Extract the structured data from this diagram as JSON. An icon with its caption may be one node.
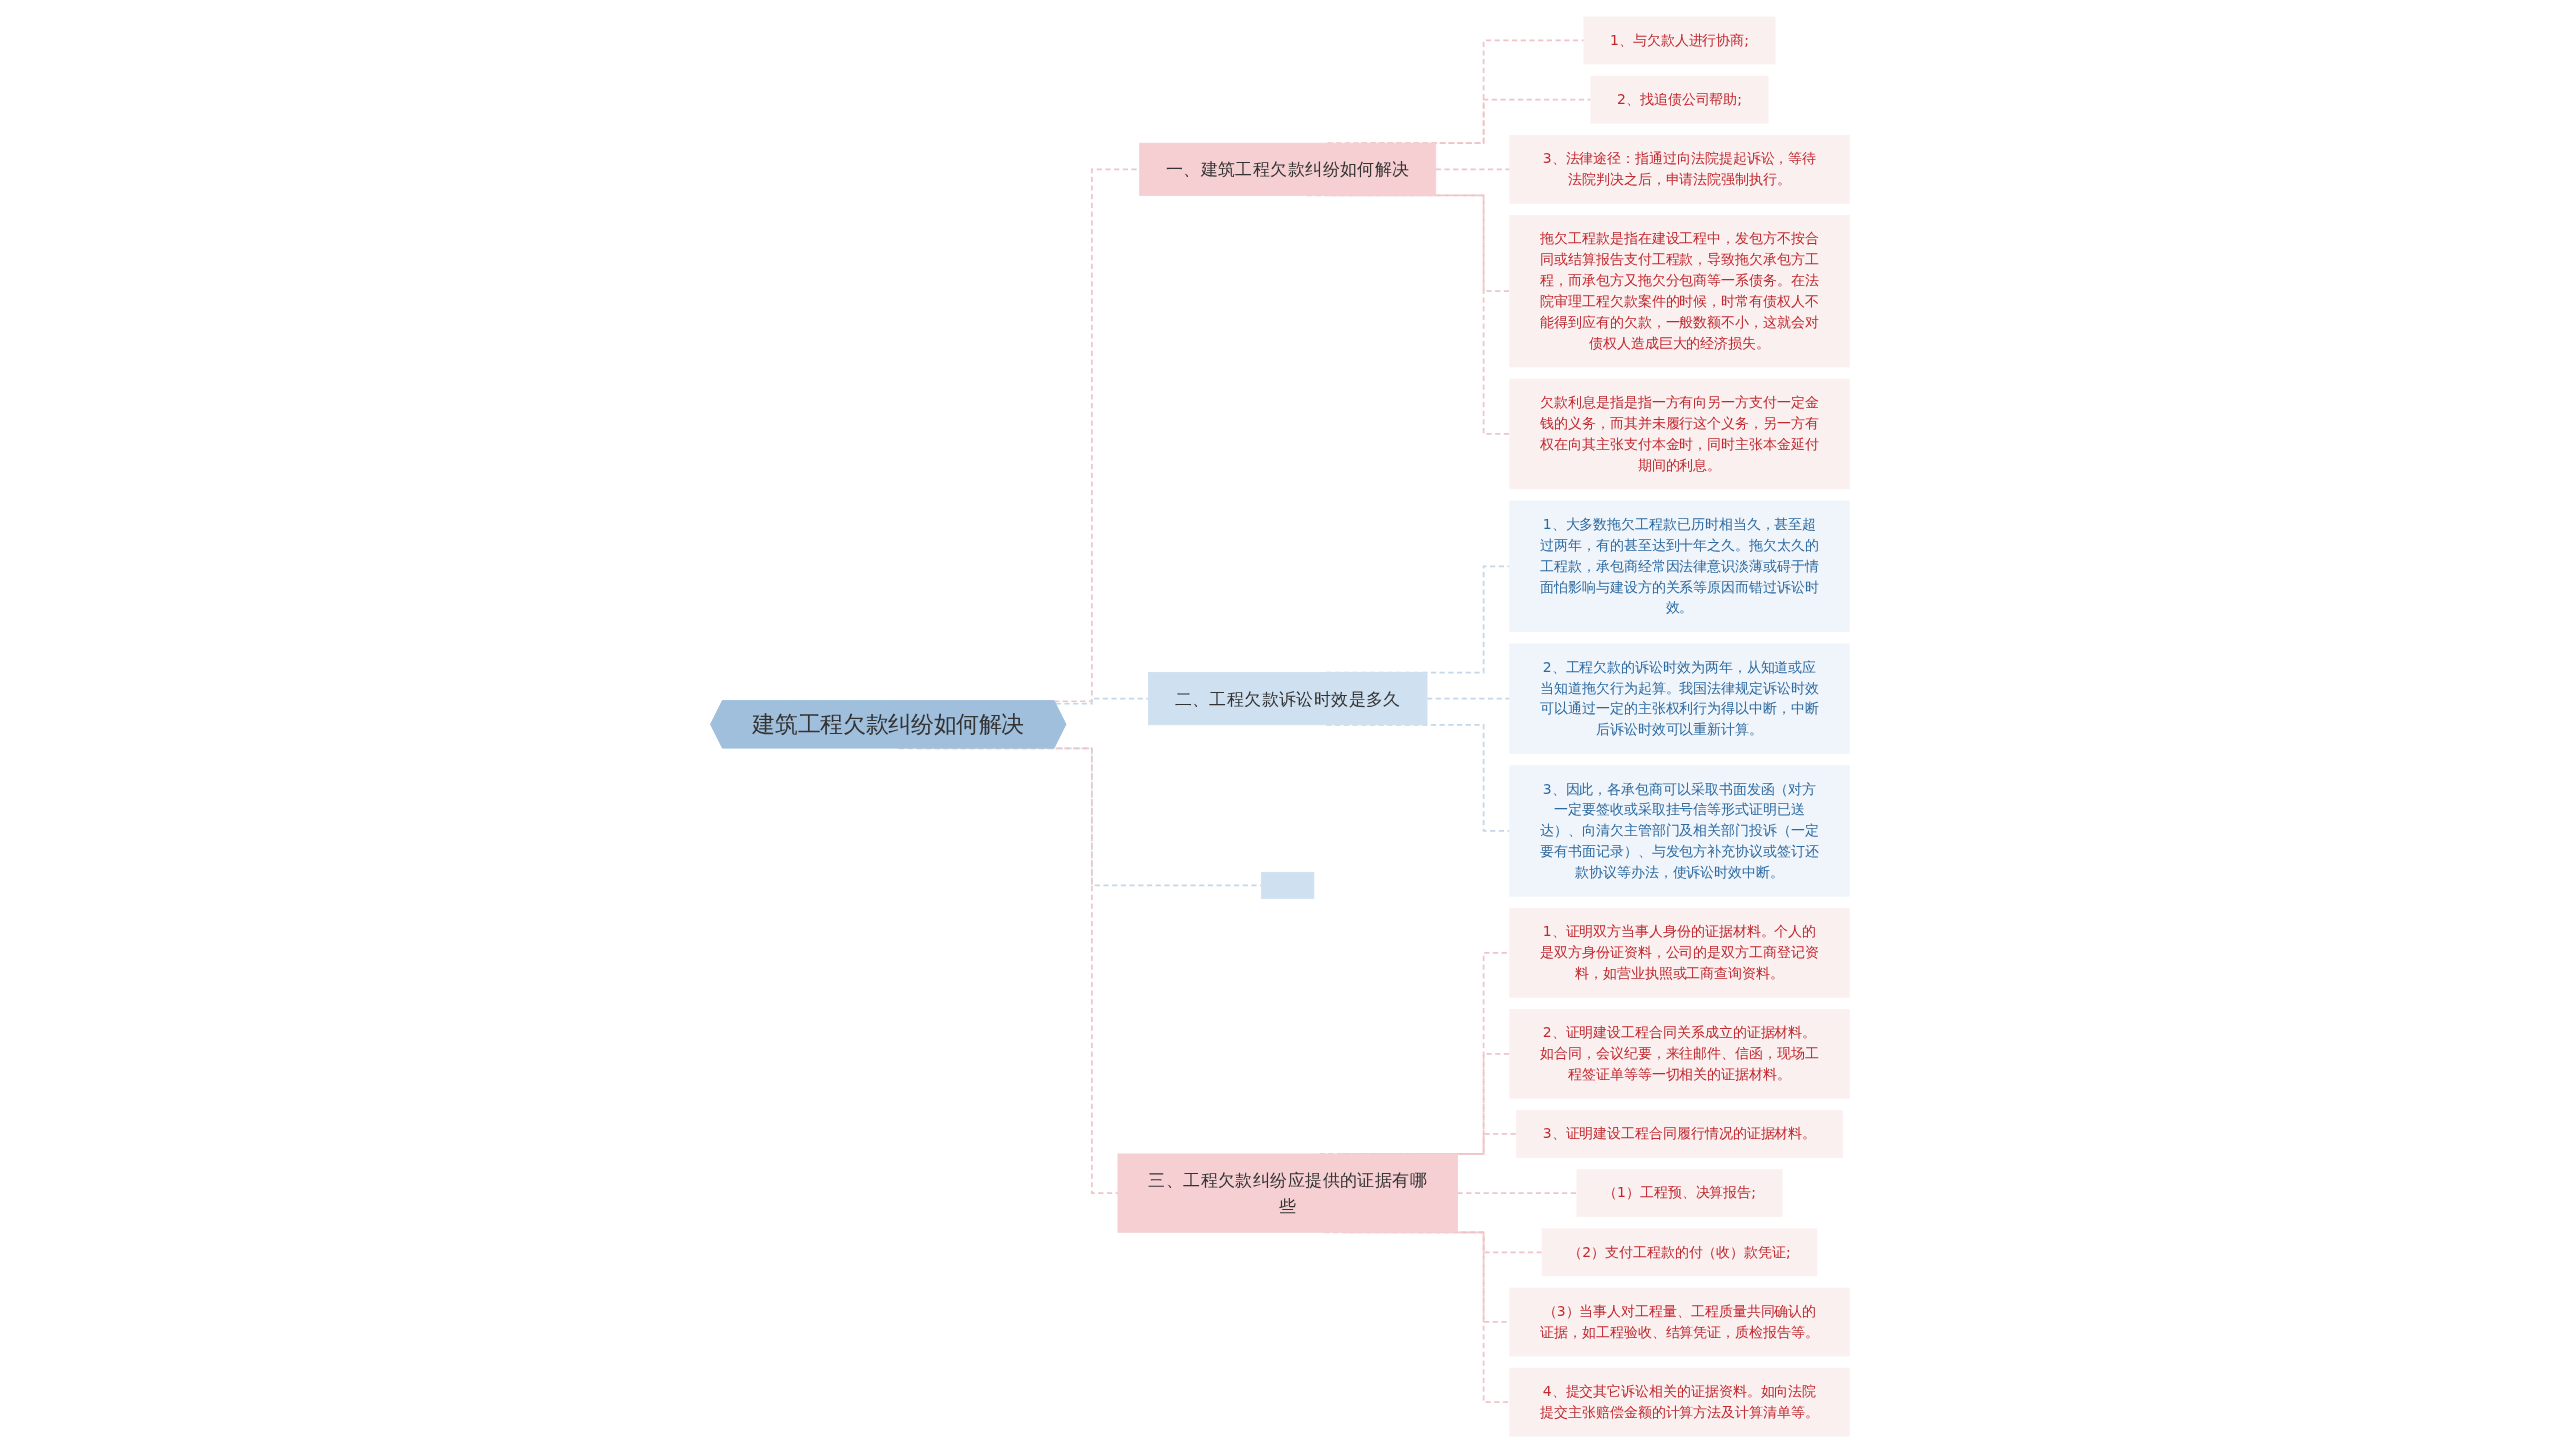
{
  "diagram": {
    "nodes": [
      {
        "text": [
          "建筑工程欠款纠纷如何解决"
        ]
      },
      {
        "text": [
          "一、建筑工程欠款纠纷如何解决"
        ]
      },
      {
        "text": [
          "1、与欠款人进行协商;"
        ]
      },
      {
        "text": [
          "2、找追债公司帮助;"
        ]
      },
      {
        "text": [
          "3、法律途径：指通过向法院提起诉讼，等待法院判决之后，申请法院强制执行。"
        ]
      },
      {
        "text": [
          "拖欠工程款是指在建设工程中，发包方不按合同或结算报告支付工程款，导致拖欠承包方工程，而承包方又拖欠分包商等一系债务。在法院审理工程欠款案件的时候，时常有债权人不能得到应有的欠款，一般数额不小，这就会对债权人造成巨大的经济损失。"
        ]
      },
      {
        "text": [
          "欠款利息是指是指一方有向另一方支付一定金钱的义务，而其并未履行这个义务，另一方有权在向其主张支付本金时，同时主张本金延付期间的利息。"
        ]
      },
      {
        "text": [
          "二、工程欠款诉讼时效是多久"
        ]
      },
      {
        "text": [
          "1、大多数拖欠工程款已历时相当久，甚至超过两年，有的甚至达到十年之久。拖欠太久的工程款，承包商经常因法律意识淡薄或碍于情面怕影响与建设方的关系等原因而错过诉讼时效。"
        ]
      },
      {
        "text": [
          "2、工程欠款的诉讼时效为两年，从知道或应当知道拖欠行为起算。我国法律规定诉讼时效可以通过一定的主张权利行为得以中断，中断后诉讼时效可以重新计算。"
        ]
      },
      {
        "text": [
          "3、因此，各承包商可以采取书面发函（对方一定要签收或采取挂号信等形式证明已送达）、向清欠主管部门及相关部门投诉（一定要有书面记录）、与发包方补充协议或签订还款协议等办法，使诉讼时效中断。"
        ]
      },
      {
        "text": [],
        "shape": "box"
      },
      {
        "text": [
          "三、工程欠款纠纷应提供的证据有哪些"
        ]
      },
      {
        "text": [
          "1、证明双方当事人身份的证据材料。个人的是双方身份证资料，公司的是双方工商登记资料，如营业执照或工商查询资料。"
        ]
      },
      {
        "text": [
          "2、证明建设工程合同关系成立的证据材料。如合同，会议纪要，来往邮件、信函，现场工程签证单等等一切相关的证据材料。"
        ]
      },
      {
        "text": [
          "3、证明建设工程合同履行情况的证据材料。"
        ]
      },
      {
        "text": [
          "（1）工程预、决算报告;"
        ]
      },
      {
        "text": [
          "（2）支付工程款的付（收）款凭证;"
        ]
      },
      {
        "text": [
          "（3）当事人对工程量、工程质量共同确认的证据，如工程验收、结算凭证，质检报告等。"
        ]
      },
      {
        "text": [
          "4、提交其它诉讼相关的证据资料。如向法院提交主张赔偿金额的计算方法及计算清单等。"
        ]
      }
    ],
    "edges": [
      {
        "from": 0,
        "to": 1,
        "arrow": "none",
        "style": "dashed",
        "color": "#f0c4c8"
      },
      {
        "from": 1,
        "to": 2,
        "arrow": "none",
        "style": "dashed",
        "color": "#f0c4c8"
      },
      {
        "from": 1,
        "to": 3,
        "arrow": "none",
        "style": "dashed",
        "color": "#f0c4c8"
      },
      {
        "from": 1,
        "to": 4,
        "arrow": "none",
        "style": "dashed",
        "color": "#f0c4c8"
      },
      {
        "from": 1,
        "to": 5,
        "arrow": "none",
        "style": "dashed",
        "color": "#f0c4c8"
      },
      {
        "from": 1,
        "to": 6,
        "arrow": "none",
        "style": "dashed",
        "color": "#f0c4c8"
      },
      {
        "from": 0,
        "to": 7,
        "arrow": "none",
        "style": "dashed",
        "color": "#c4d8ea"
      },
      {
        "from": 7,
        "to": 8,
        "arrow": "none",
        "style": "dashed",
        "color": "#c4d8ea"
      },
      {
        "from": 7,
        "to": 9,
        "arrow": "none",
        "style": "dashed",
        "color": "#c4d8ea"
      },
      {
        "from": 7,
        "to": 10,
        "arrow": "none",
        "style": "dashed",
        "color": "#c4d8ea"
      },
      {
        "from": 0,
        "to": 11,
        "arrow": "none",
        "style": "dashed",
        "color": "#c4d8ea"
      },
      {
        "from": 0,
        "to": 12,
        "arrow": "none",
        "style": "dashed",
        "color": "#f0c4c8"
      },
      {
        "from": 12,
        "to": 13,
        "arrow": "none",
        "style": "dashed",
        "color": "#f0c4c8"
      },
      {
        "from": 12,
        "to": 14,
        "arrow": "none",
        "style": "dashed",
        "color": "#f0c4c8"
      },
      {
        "from": 12,
        "to": 15,
        "arrow": "none",
        "style": "dashed",
        "color": "#f0c4c8"
      },
      {
        "from": 12,
        "to": 16,
        "arrow": "none",
        "style": "dashed",
        "color": "#f0c4c8"
      },
      {
        "from": 12,
        "to": 17,
        "arrow": "none",
        "style": "dashed",
        "color": "#f0c4c8"
      },
      {
        "from": 12,
        "to": 18,
        "arrow": "none",
        "style": "dashed",
        "color": "#f0c4c8"
      },
      {
        "from": 12,
        "to": 19,
        "arrow": "none",
        "style": "dashed",
        "color": "#f0c4c8"
      }
    ]
  }
}
